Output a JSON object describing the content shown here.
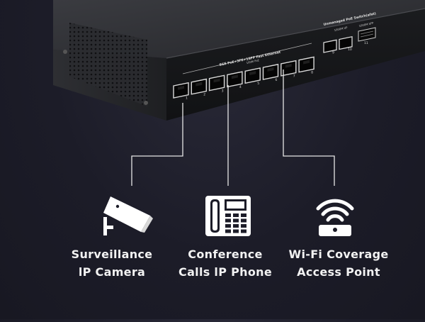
{
  "switch": {
    "poe_label": "8GE PoE+3FE+1SFP Fast Ethernet",
    "poe_sub_label": "100M PoE",
    "uplink_label": "Unmanaged PoE Switch(afat)",
    "uplink_sub_label": "1000M UP",
    "sfp_label": "1000M SFP",
    "port_numbers": [
      "1",
      "2",
      "3",
      "4",
      "5",
      "6",
      "7",
      "8"
    ],
    "uplink_numbers": [
      "9",
      "10",
      "11"
    ]
  },
  "devices": [
    {
      "icon": "security-camera-icon",
      "line1": "Surveillance",
      "line2": "lP Camera"
    },
    {
      "icon": "desk-phone-icon",
      "line1": "Conference",
      "line2": "Calls lP Phone"
    },
    {
      "icon": "wifi-access-point-icon",
      "line1": "Wi-Fi Coverage",
      "line2": "Access Point"
    }
  ],
  "colors": {
    "background": "#1c1c28",
    "switch_body": "#2a2b2f",
    "connector_line": "#e6e6e6",
    "icon": "#ffffff",
    "text": "#f2f2f2"
  }
}
